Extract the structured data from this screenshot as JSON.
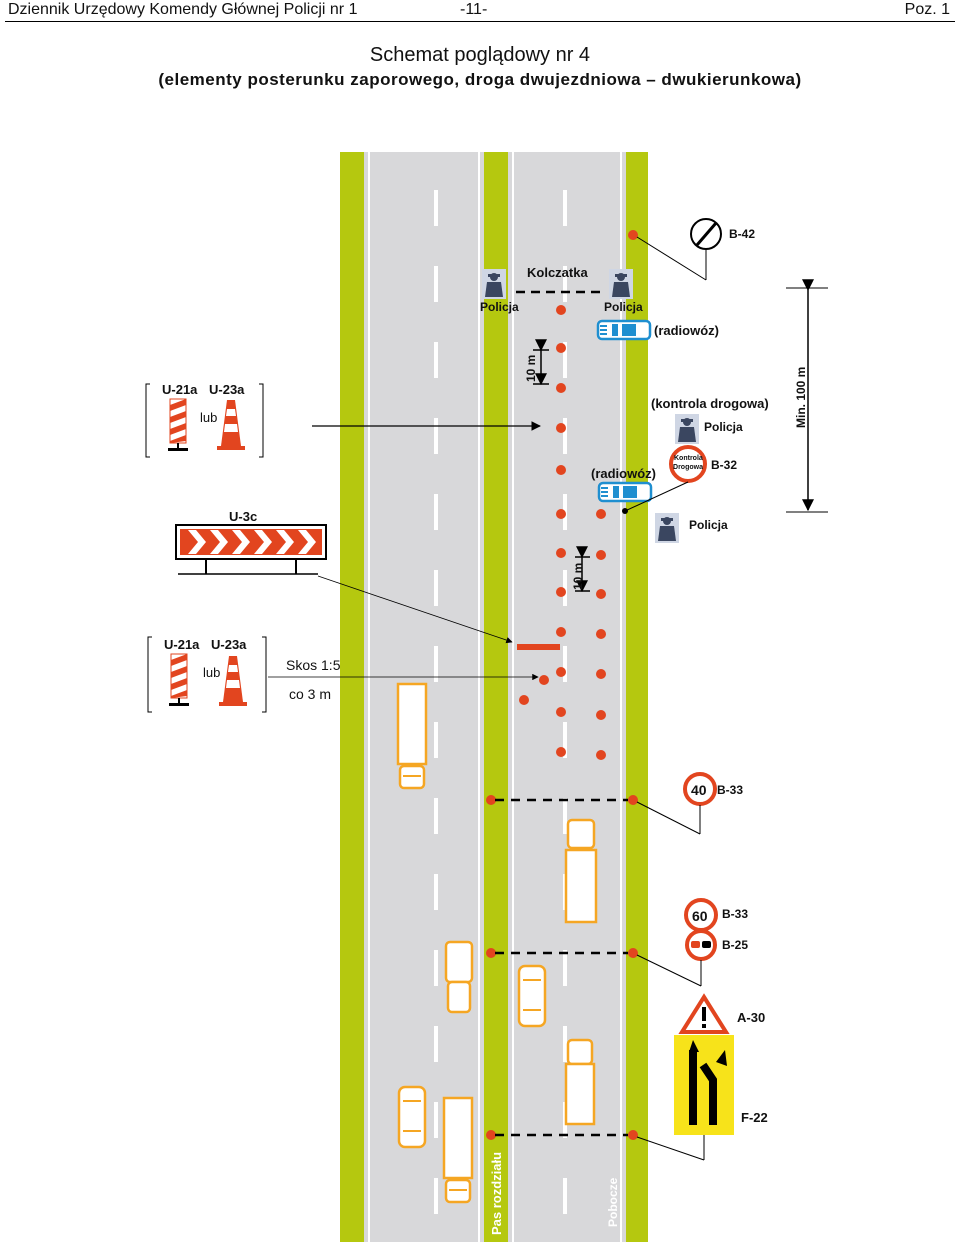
{
  "header": {
    "left": "Dziennik Urzędowy Komendy Głównej Policji nr 1",
    "center": "-11-",
    "right": "Poz. 1"
  },
  "title": "Schemat poglądowy nr 4",
  "subtitle": "(elementy posterunku zaporowego, droga dwujezdniowa – dwukierunkowa)",
  "labels": {
    "b42": "B-42",
    "kolczatka": "Kolczatka",
    "policja": "Policja",
    "radiowoz": "(radiowóz)",
    "kontrola_drogowa": "(kontrola drogowa)",
    "b32": "B-32",
    "kontrola_sign_line1": "Kontrola",
    "kontrola_sign_line2": "Drogowa",
    "min_100": "Min. 100 m",
    "ten_m": "10 m",
    "u21a": "U-21a",
    "u23a": "U-23a",
    "lub": "lub",
    "u3c": "U-3c",
    "skos": "Skos 1:5",
    "co3m": "co 3 m",
    "b33": "B-33",
    "b25": "B-25",
    "a30": "A-30",
    "f22": "F-22",
    "speed40": "40",
    "speed60": "60",
    "pas_rozdzialu": "Pas rozdziału",
    "pobocze": "Pobocze"
  },
  "colors": {
    "green_strip": "#b5c80f",
    "road": "#d8d8da",
    "cone_red": "#e2451f",
    "police_blue": "#1f8fd0",
    "vehicle_orange": "#f5a623",
    "sign_yellow": "#f7e31a"
  }
}
